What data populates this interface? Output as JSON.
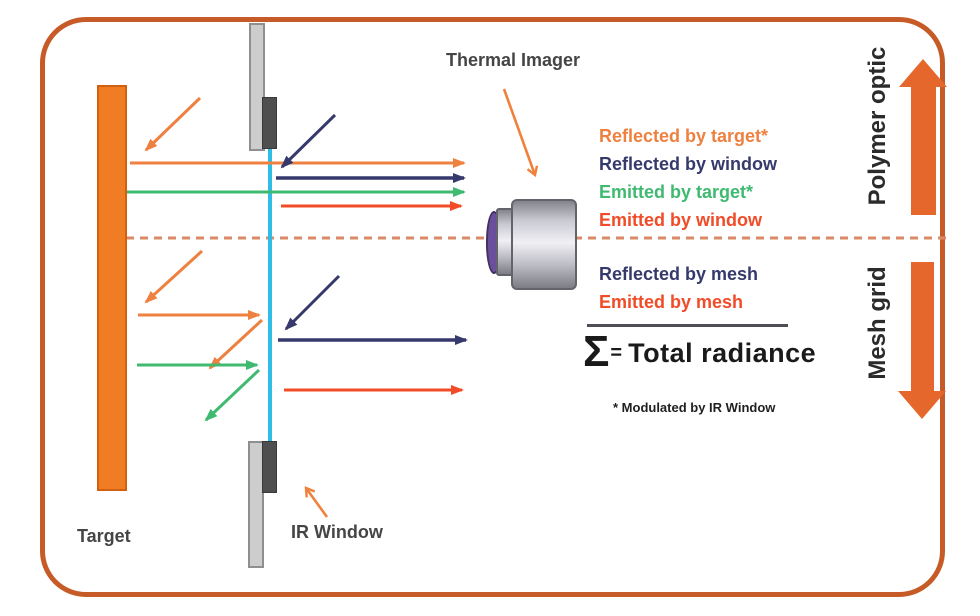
{
  "figure": {
    "thermal_imager_label": "Thermal Imager",
    "target_label": "Target",
    "ir_window_label": "IR Window",
    "zone_top_label": "Polymer optic",
    "zone_bottom_label": "Mesh grid",
    "radiance_components_top": [
      {
        "label": "Reflected by target*",
        "color": "#EE8040"
      },
      {
        "label": "Reflected by window",
        "color": "#35396B"
      },
      {
        "label": "Emitted by target*",
        "color": "#3FBA70"
      },
      {
        "label": "Emitted by window",
        "color": "#F14B28"
      }
    ],
    "radiance_components_bottom": [
      {
        "label": "Reflected by mesh",
        "color": "#35396B"
      },
      {
        "label": "Emitted by mesh",
        "color": "#F14B28"
      }
    ],
    "sum": {
      "sigma": "Σ",
      "equals": "=",
      "label": "Total radiance"
    },
    "footnote": "* Modulated by IR Window"
  },
  "colors": {
    "frame_orange": "#C75B27",
    "target_bar_orange": "#F07C23",
    "ray_reflected_by_target": "#EE8040",
    "ray_reflected_by_window": "#35396B",
    "ray_emitted_by_target": "#3FBA70",
    "ray_emitted_by_window": "#F14B28",
    "ir_window_cyan": "#2FBDE8",
    "dashed_axis_salmon": "#DB8A68",
    "mesh_block_gray": "#4F4F4F",
    "window_panel_gray": "#CDCDCD",
    "lens_purple": "#6C4F9C",
    "zone_arrow_orange": "#E5672B",
    "annotation_arrow_orange": "#F0813C"
  }
}
